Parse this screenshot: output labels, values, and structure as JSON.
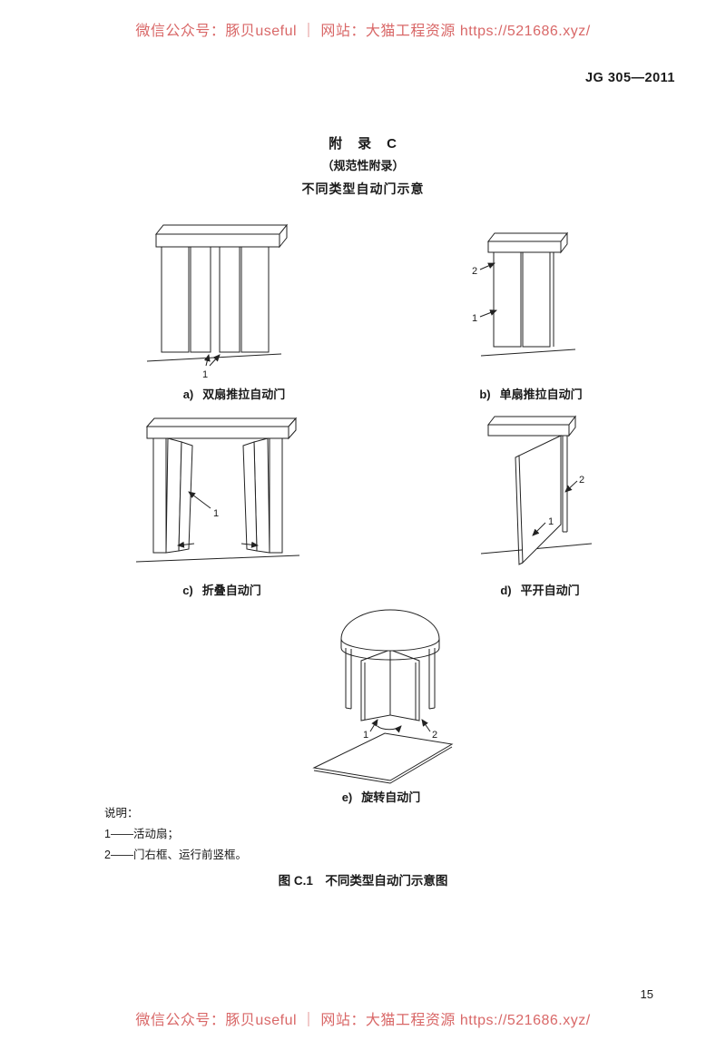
{
  "colors": {
    "watermark": "#d96868",
    "ink": "#1a1a1a"
  },
  "watermark": {
    "text": "微信公众号：豚贝useful ｜ 网站：大猫工程资源 https://521686.xyz/"
  },
  "header": {
    "doc_number": "JG 305—2011"
  },
  "heading": {
    "appendix": "附　录　C",
    "subtitle": "（规范性附录）",
    "title": "不同类型自动门示意"
  },
  "figures": {
    "a": {
      "label": "a)",
      "caption": "双扇推拉自动门",
      "marker1": "1"
    },
    "b": {
      "label": "b)",
      "caption": "单扇推拉自动门",
      "marker1": "1",
      "marker2": "2"
    },
    "c": {
      "label": "c)",
      "caption": "折叠自动门",
      "marker1": "1"
    },
    "d": {
      "label": "d)",
      "caption": "平开自动门",
      "marker1": "1",
      "marker2": "2"
    },
    "e": {
      "label": "e)",
      "caption": "旋转自动门",
      "marker1": "1",
      "marker2": "2"
    }
  },
  "legend": {
    "title": "说明：",
    "item1": "1——活动扇；",
    "item2": "2——门右框、运行前竖框。"
  },
  "figure_title": "图 C.1　不同类型自动门示意图",
  "footer": {
    "page_number": "15"
  }
}
